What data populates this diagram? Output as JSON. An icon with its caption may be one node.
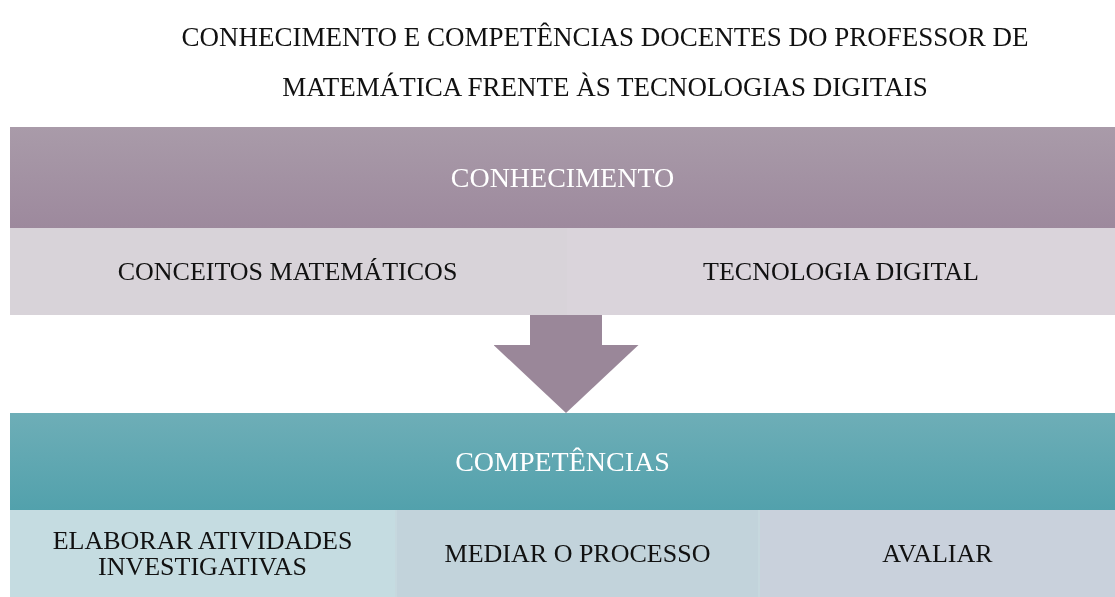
{
  "diagram": {
    "title": "CONHECIMENTO E COMPETÊNCIAS DOCENTES DO PROFESSOR DE MATEMÁTICA FRENTE ÀS TECNOLOGIAS DIGITAIS",
    "nodes": [
      {
        "text": [
          "CONHECIMENTO"
        ]
      },
      {
        "text": [
          "CONCEITOS MATEMÁTICOS"
        ],
        "in": 0
      },
      {
        "text": [
          "TECNOLOGIA DIGITAL"
        ],
        "in": 0
      },
      {
        "text": [
          "COMPETÊNCIAS"
        ]
      },
      {
        "text": [
          "ELABORAR ATIVIDADES INVESTIGATIVAS"
        ],
        "in": 3
      },
      {
        "text": [
          "MEDIAR O PROCESSO"
        ],
        "in": 3
      },
      {
        "text": [
          "AVALIAR"
        ],
        "in": 3
      }
    ],
    "edges": [
      {
        "from": 0,
        "to": 3,
        "arrow": "to"
      }
    ]
  }
}
